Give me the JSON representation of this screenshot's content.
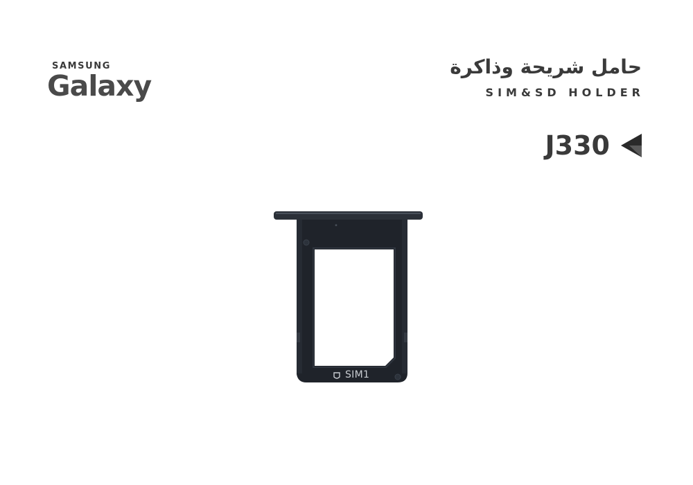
{
  "brand": {
    "maker": "SAMSUNG",
    "line": "Galaxy"
  },
  "product": {
    "title_ar": "حامل شريحة وذاكرة",
    "title_en": "SIM&SD HOLDER",
    "model": "J330",
    "tray_label": "SIM1"
  },
  "icons": {
    "model_marker": "left-triangle-icon",
    "tray_logo": "shield-icon"
  },
  "colors": {
    "text": "#3a3a3a",
    "tray": "#1f232a",
    "background": "#ffffff"
  }
}
